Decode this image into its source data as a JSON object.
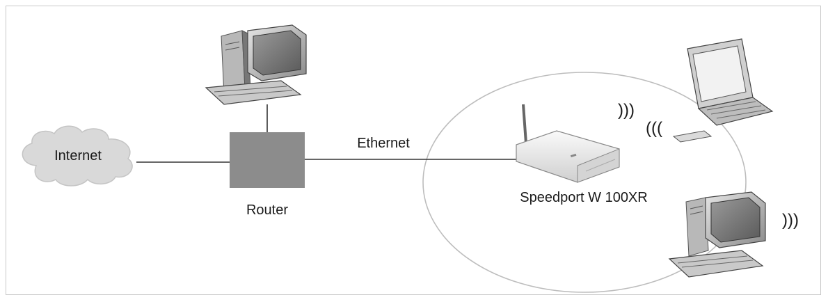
{
  "diagram": {
    "labels": {
      "internet": "Internet",
      "router": "Router",
      "ethernet": "Ethernet",
      "speedport": "Speedport W 100XR"
    },
    "wireless_glyphs": {
      "near_router_out": ")))",
      "near_laptop_in": "(((",
      "desktop_right": ")))"
    },
    "colors": {
      "router_box": "#8c8c8c",
      "cloud_fill": "#d9d9d9",
      "ellipse_stroke": "#bdbdbd",
      "line": "#333333"
    }
  }
}
